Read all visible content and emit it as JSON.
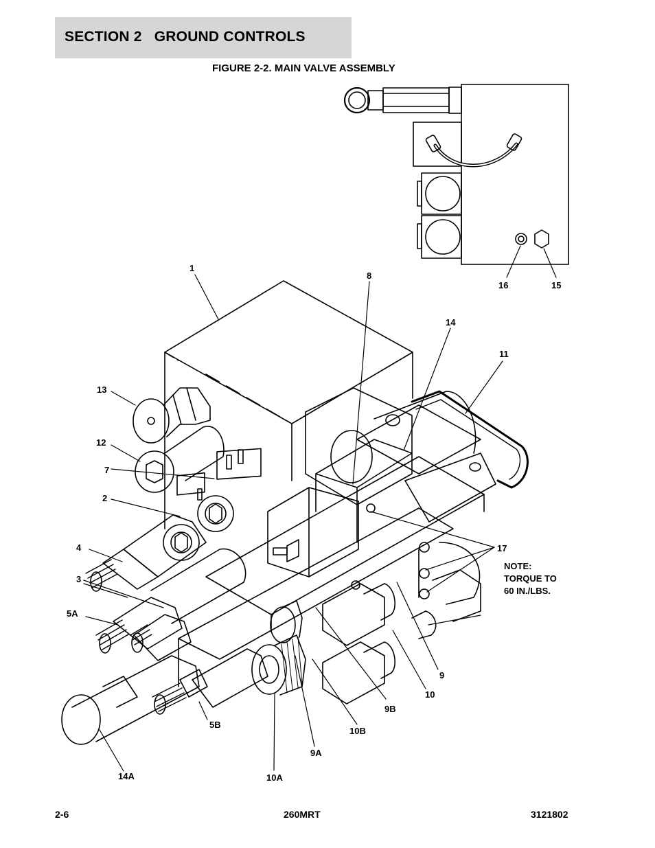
{
  "header": {
    "section_title": "SECTION 2   GROUND CONTROLS"
  },
  "figure": {
    "title": "FIGURE 2-2. MAIN VALVE ASSEMBLY"
  },
  "callouts": [
    {
      "id": "1",
      "label": "1"
    },
    {
      "id": "2",
      "label": "2"
    },
    {
      "id": "3",
      "label": "3"
    },
    {
      "id": "4",
      "label": "4"
    },
    {
      "id": "5A",
      "label": "5A"
    },
    {
      "id": "5B",
      "label": "5B"
    },
    {
      "id": "7",
      "label": "7"
    },
    {
      "id": "8",
      "label": "8"
    },
    {
      "id": "9",
      "label": "9"
    },
    {
      "id": "9A",
      "label": "9A"
    },
    {
      "id": "9B",
      "label": "9B"
    },
    {
      "id": "10",
      "label": "10"
    },
    {
      "id": "10A",
      "label": "10A"
    },
    {
      "id": "10B",
      "label": "10B"
    },
    {
      "id": "11",
      "label": "11"
    },
    {
      "id": "12",
      "label": "12"
    },
    {
      "id": "13",
      "label": "13"
    },
    {
      "id": "14",
      "label": "14"
    },
    {
      "id": "14A",
      "label": "14A"
    },
    {
      "id": "15",
      "label": "15"
    },
    {
      "id": "16",
      "label": "16"
    },
    {
      "id": "17",
      "label": "17"
    }
  ],
  "note": {
    "line1": "NOTE:",
    "line2": "TORQUE TO",
    "line3": "60 IN./LBS."
  },
  "footer": {
    "page": "2-6",
    "model": "260MRT",
    "doc_number": "3121802"
  }
}
